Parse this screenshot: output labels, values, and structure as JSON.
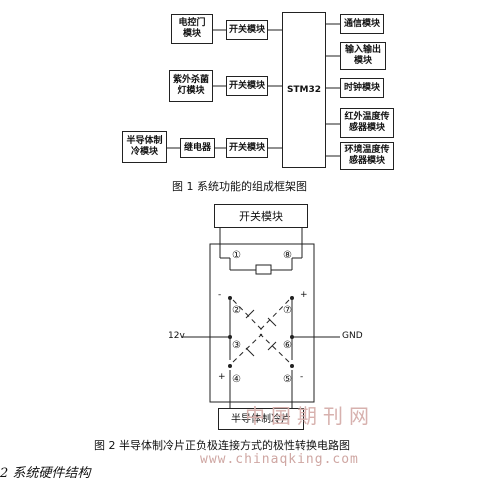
{
  "figure1": {
    "blocks": {
      "elec_door": "电控门\n模块",
      "switch1": "开关模块",
      "uv_lamp": "紫外杀菌\n灯模块",
      "switch2": "开关模块",
      "semiconductor": "半导体制\n冷模块",
      "relay": "继电器",
      "switch3": "开关模块",
      "mcu": "STM32",
      "comm": "通信模块",
      "io": "输入输出\n模块",
      "clock": "时钟模块",
      "ir_temp": "红外温度传\n感器模块",
      "env_temp": "环境温度传\n感器模块"
    },
    "caption": "图 1  系统功能的组成框架图"
  },
  "figure2": {
    "switch_module": "开关模块",
    "pins": [
      "①",
      "⑧",
      "②",
      "⑦",
      "③",
      "⑥",
      "④",
      "⑤"
    ],
    "label_12v": "12v",
    "label_gnd": "GND",
    "sign_minus_left": "-",
    "sign_plus_right": "+",
    "sign_plus_left": "+",
    "sign_minus_right": "-",
    "semi_box": "半导体制冷片",
    "caption": "图 2  半导体制冷片正负极连接方式的极性转换电路图"
  },
  "watermark": {
    "cn": "中国期刊网",
    "url": "www.chinaqking.com"
  },
  "section_heading": "2  系统硬件结构"
}
